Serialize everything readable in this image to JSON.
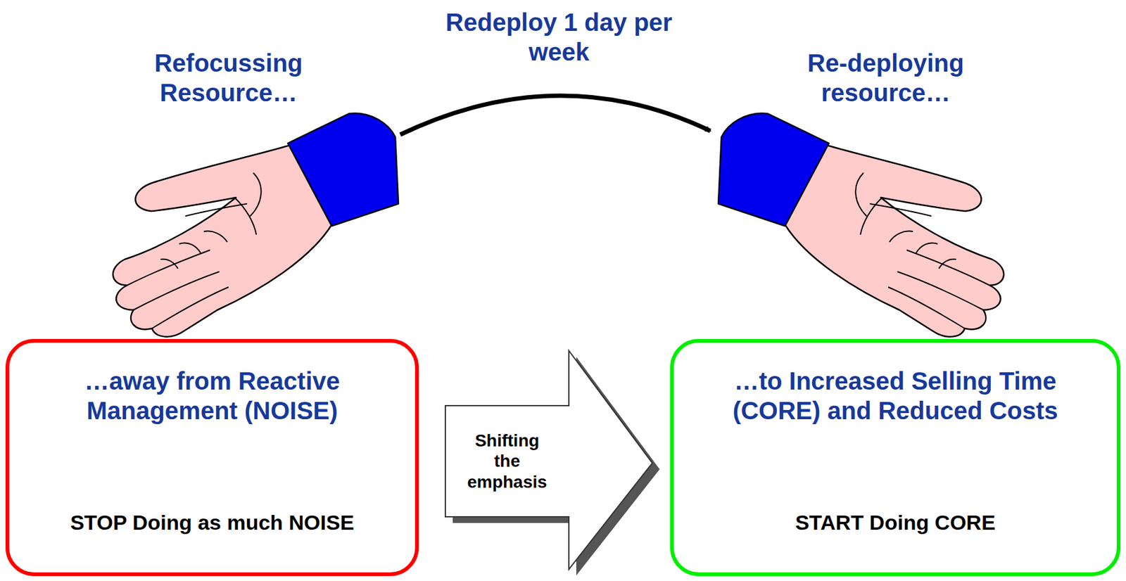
{
  "diagram": {
    "nodes": [
      {
        "text": [
          "…away from Reactive Management (NOISE)",
          "STOP Doing as much NOISE"
        ]
      },
      {
        "text": [
          "Shifting the emphasis"
        ]
      },
      {
        "text": [
          "…to Increased Selling Time (CORE) and Reduced Costs",
          "START Doing CORE"
        ]
      }
    ],
    "labels": [
      "Refocussing Resource…",
      "Redeploy 1 day per week",
      "Re-deploying resource…"
    ]
  }
}
